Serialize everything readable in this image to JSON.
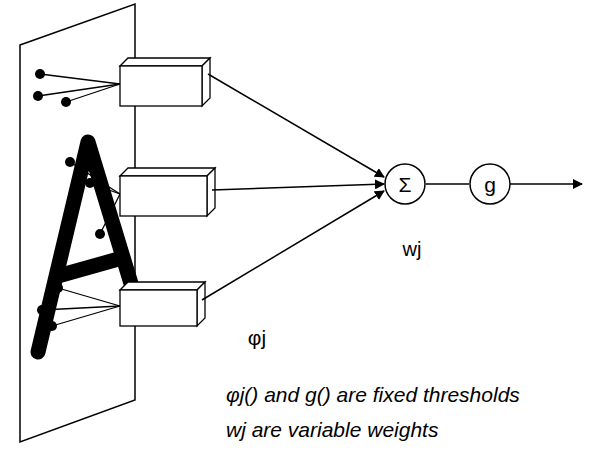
{
  "diagram": {
    "nodes": [
      {
        "text": [
          "Σ"
        ]
      },
      {
        "text": [
          "g"
        ]
      }
    ],
    "edges": [
      {
        "from": 0,
        "to": 1,
        "arrow": "none"
      }
    ],
    "labels": [
      "wj",
      "φj",
      "φj() and g() are fixed thresholds",
      "wj are variable weights"
    ]
  }
}
